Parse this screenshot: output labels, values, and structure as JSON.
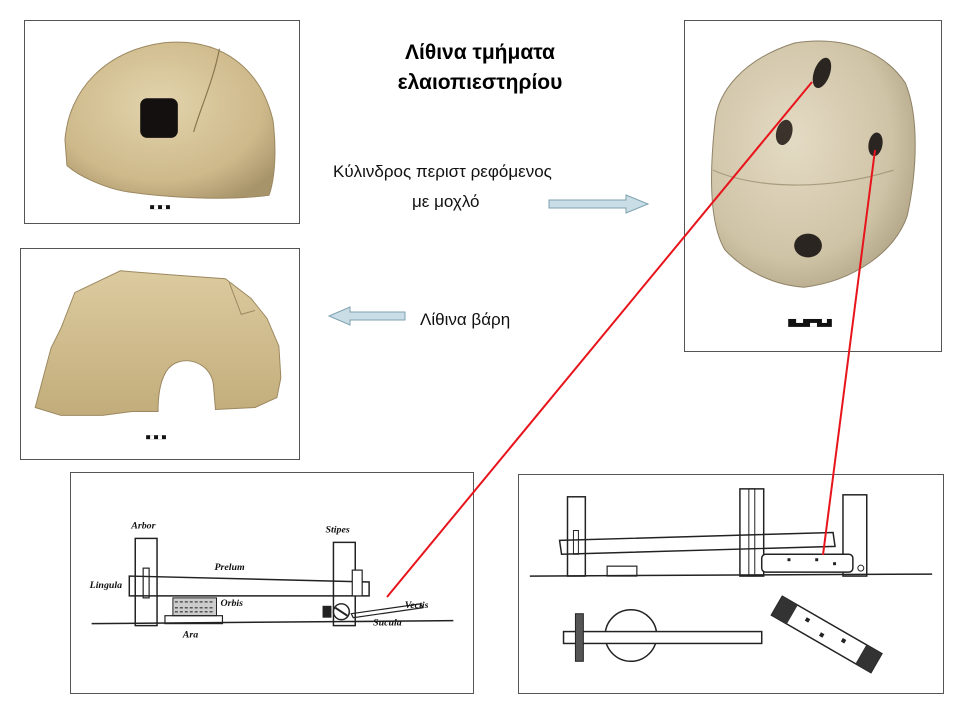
{
  "title": {
    "line1": "Λίθινα τμήματα",
    "line2": "ελαιοπιεστηρίου"
  },
  "captions": {
    "cylinder_line1": "Κύλινδρος περιστ ρεφόμενος",
    "cylinder_line2": "με μοχλό",
    "weights": "Λίθινα βάρη"
  },
  "diagram_labels": {
    "arbor": "Arbor",
    "stipes": "Stipes",
    "prelum": "Prelum",
    "lingula": "Lingula",
    "orbis": "Orbis",
    "vectis": "Vectis",
    "sucula": "Sucula",
    "ara": "Ara"
  },
  "colors": {
    "connector_line": "#e8141c",
    "arrow_fill": "#c8dde6",
    "stone": "#d8c79e"
  }
}
